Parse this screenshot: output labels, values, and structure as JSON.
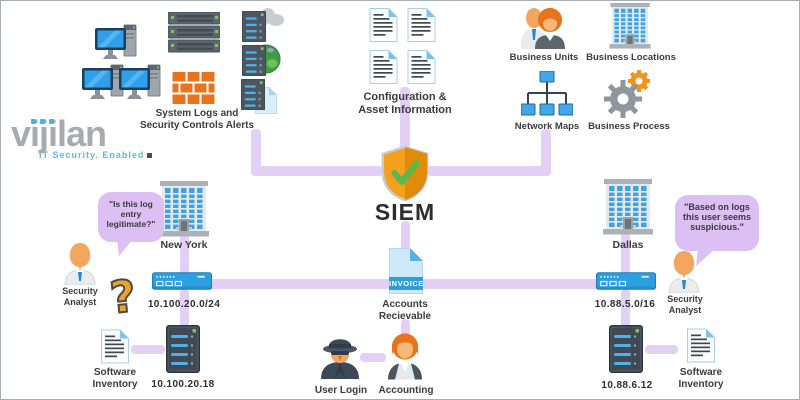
{
  "logo": {
    "brand": "vijilan",
    "tagline": "IT Security. Enabled"
  },
  "clusters": {
    "system_logs": {
      "line1": "System Logs and",
      "line2": "Security Controls Alerts"
    },
    "config": {
      "line1": "Configuration &",
      "line2": "Asset Information"
    },
    "business_units": {
      "label": "Business Units"
    },
    "business_locations": {
      "label": "Business Locations"
    },
    "network_maps": {
      "label": "Network Maps"
    },
    "business_process": {
      "label": "Business Process"
    }
  },
  "siem": {
    "label": "SIEM"
  },
  "sites": {
    "new_york": {
      "city": "New York",
      "subnet": "10.100.20.0/24",
      "server_ip": "10.100.20.18",
      "software_inventory": "Software Inventory",
      "analyst": "Security Analyst",
      "bubble": "\"Is this log entry legitimate?\""
    },
    "dallas": {
      "city": "Dallas",
      "subnet": "10.88.5.0/16",
      "server_ip": "10.88.6.12",
      "software_inventory": "Software Inventory",
      "analyst": "Security Analyst",
      "bubble": "\"Based on logs this user seems suspicious.\""
    }
  },
  "flow": {
    "invoice_banner": "INVOICE",
    "accounts_receivable": "Accounts Recievable",
    "user_login": "User Login",
    "accounting": "Accounting"
  },
  "colors": {
    "connector": "#e4d0f6",
    "speech_bubble": "#dcc0f4",
    "shield_orange": "#f2a01d",
    "check_green": "#57b94e",
    "screen_blue": "#2e9fe8",
    "firewall_orange": "#e8731a"
  }
}
